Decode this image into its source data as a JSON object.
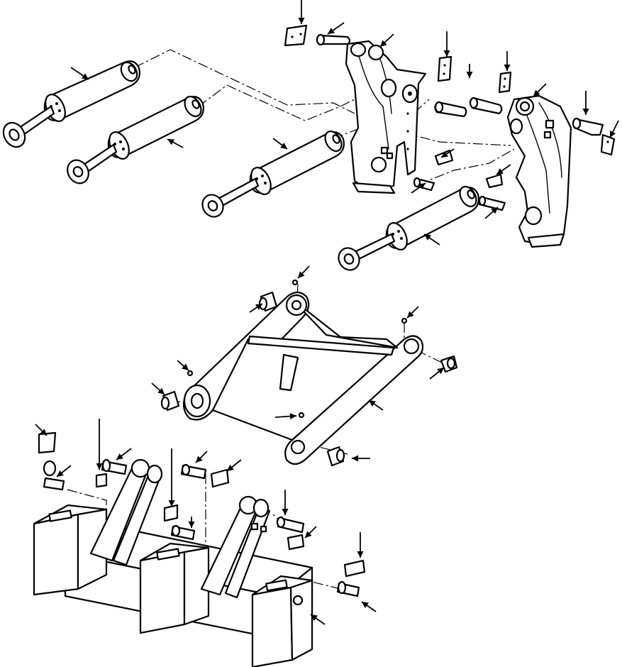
{
  "figure": {
    "type": "exploded-parts-illustration",
    "background": "#ffffff",
    "line_color": "#000000",
    "labels": []
  },
  "assemblies": [
    {
      "id": "hydraulic-cylinders-and-brackets",
      "parts": [
        "hydraulic-cylinder",
        "hydraulic-cylinder",
        "hydraulic-cylinder",
        "hydraulic-cylinder",
        "left-cylinder-bracket",
        "right-cylinder-bracket",
        "pins",
        "lock-plates"
      ]
    },
    {
      "id": "a-frame-pivot-arm",
      "parts": [
        "a-frame",
        "grease-fittings",
        "bushings"
      ]
    },
    {
      "id": "ripper-beam-frame",
      "parts": [
        "beam",
        "shank-pockets",
        "support-links",
        "pins",
        "lock-plates"
      ]
    }
  ]
}
